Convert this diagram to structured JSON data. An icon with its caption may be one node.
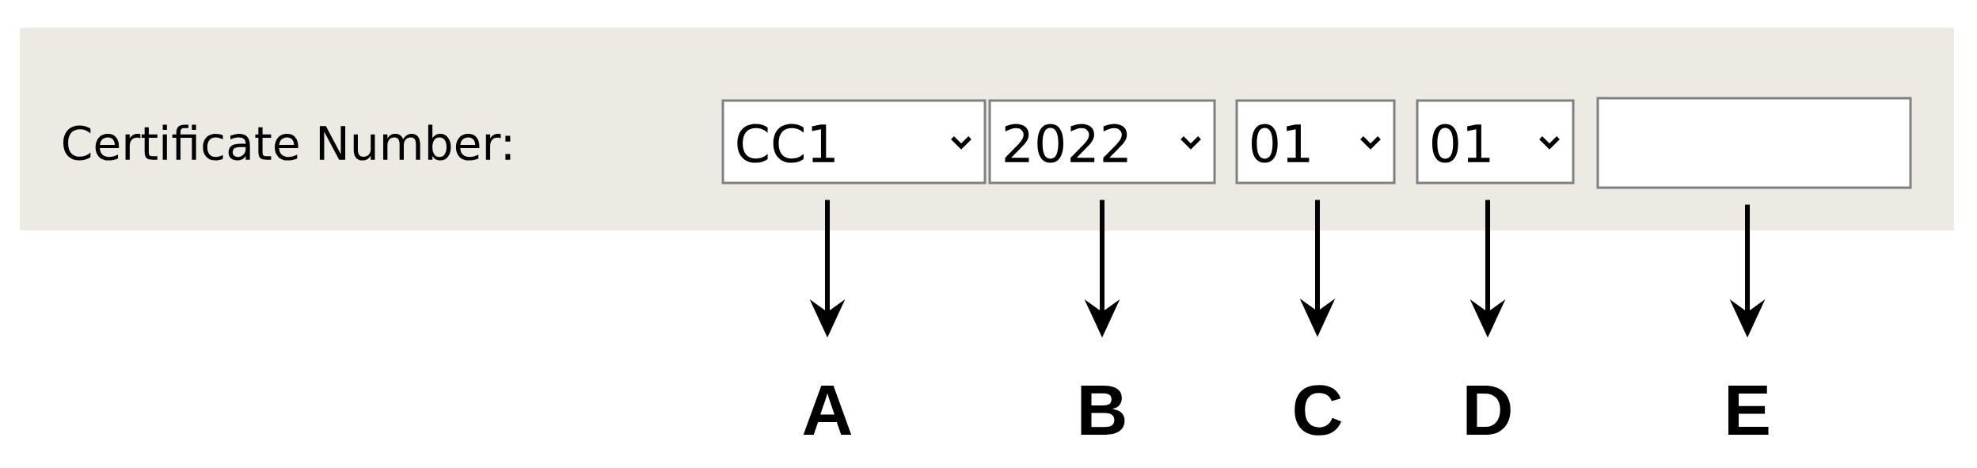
{
  "diagram": {
    "nodes": [
      {
        "text": [
          "Certificate Number:"
        ]
      },
      {
        "text": [
          "CC1"
        ],
        "in": 0
      },
      {
        "text": [
          "2022"
        ],
        "in": 0
      },
      {
        "text": [
          "01"
        ],
        "in": 0
      },
      {
        "text": [
          "01"
        ],
        "in": 0
      },
      {
        "text": [],
        "shape": "box",
        "in": 0
      },
      {
        "text": [
          "A"
        ]
      },
      {
        "text": [
          "B"
        ]
      },
      {
        "text": [
          "C"
        ]
      },
      {
        "text": [
          "D"
        ]
      },
      {
        "text": [
          "E"
        ]
      }
    ],
    "edges": [
      {
        "from": 1,
        "to": 6,
        "arrow": "to"
      },
      {
        "from": 2,
        "to": 7,
        "arrow": "to"
      },
      {
        "from": 3,
        "to": 8,
        "arrow": "to"
      },
      {
        "from": 4,
        "to": 9,
        "arrow": "to"
      },
      {
        "from": 5,
        "to": 10,
        "arrow": "to"
      }
    ]
  }
}
